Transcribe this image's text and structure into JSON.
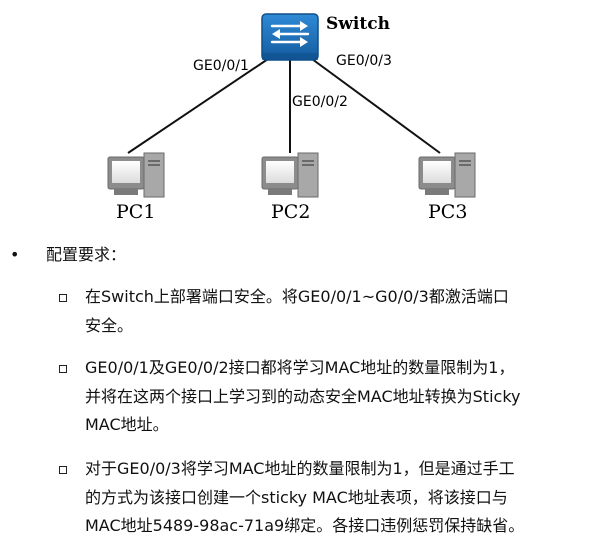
{
  "diagram": {
    "switch_label": "Switch",
    "ports": [
      "GE0/0/1",
      "GE0/0/2",
      "GE0/0/3"
    ],
    "pcs": [
      "PC1",
      "PC2",
      "PC3"
    ],
    "colors": {
      "switch": "#1a6fb5",
      "pc": "#9a9a9a",
      "link": "#111111"
    },
    "icons": [
      "switch-icon",
      "pc-icon"
    ]
  },
  "requirements": {
    "bullet": "•",
    "title": "配置要求：",
    "items": [
      {
        "lines": [
          "在Switch上部署端口安全。将GE0/0/1~G0/0/3都激活端口",
          "安全。"
        ]
      },
      {
        "lines": [
          "GE0/0/1及GE0/0/2接口都将学习MAC地址的数量限制为1，",
          "并将在这两个接口上学习到的动态安全MAC地址转换为Sticky",
          "MAC地址。"
        ]
      },
      {
        "lines": [
          "对于GE0/0/3将学习MAC地址的数量限制为1，但是通过手工",
          "的方式为该接口创建一个sticky MAC地址表项，将该接口与",
          "MAC地址5489-98ac-71a9绑定。各接口违例惩罚保持缺省。"
        ]
      }
    ]
  }
}
